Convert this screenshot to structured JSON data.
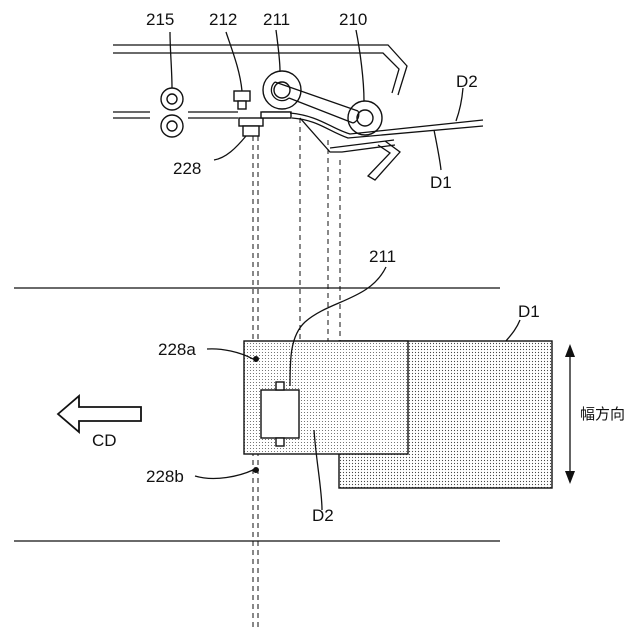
{
  "labels": {
    "l215": "215",
    "l212": "212",
    "l211_top": "211",
    "l210": "210",
    "l228": "228",
    "lD2_top": "D2",
    "lD1_top": "D1",
    "l211_mid": "211",
    "lD1_mid": "D1",
    "l228a": "228a",
    "l228b": "228b",
    "lCD": "CD",
    "lD2_bot": "D2",
    "lWidth": "幅方向"
  },
  "colors": {
    "line": "#111111",
    "doc_fill_dot": "#555555",
    "background": "#ffffff"
  }
}
